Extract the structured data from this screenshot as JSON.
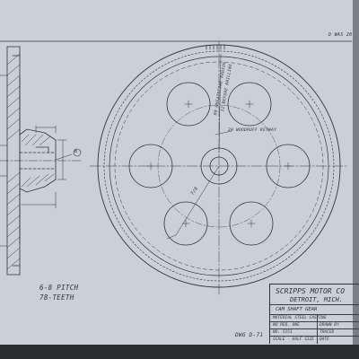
{
  "corner_note": "D WAS 20",
  "left_view": {
    "pitch_note": "6-8 PITCH",
    "teeth_note": "78-TEETH",
    "section_mark": "B"
  },
  "gear_view": {
    "radial_note_1": "80 WHEATSTONE RADIUS",
    "radial_note_2": "12 BEFORE DRILLING",
    "keyway_note": "20 WOODRUFF KEYWAY",
    "hole_note": "7/8"
  },
  "title_block": {
    "company": "SCRIPPS MOTOR CO",
    "city": "DETROIT, MICH.",
    "part_name": "CAM SHAFT GEAR",
    "material": "MATERIAL STEEL CASTING",
    "no_req": "NO REQ. ONE",
    "drawn": "DRAWN BY",
    "number": "NO. 5151",
    "traced": "TRACED",
    "scale": "SCALE - HALF SIZE",
    "date": "DATE"
  },
  "drawing_number": "DWG D-71",
  "colors": {
    "paper": "#c9d0d9",
    "ink": "#2e333a",
    "board": "#2b2d30"
  }
}
